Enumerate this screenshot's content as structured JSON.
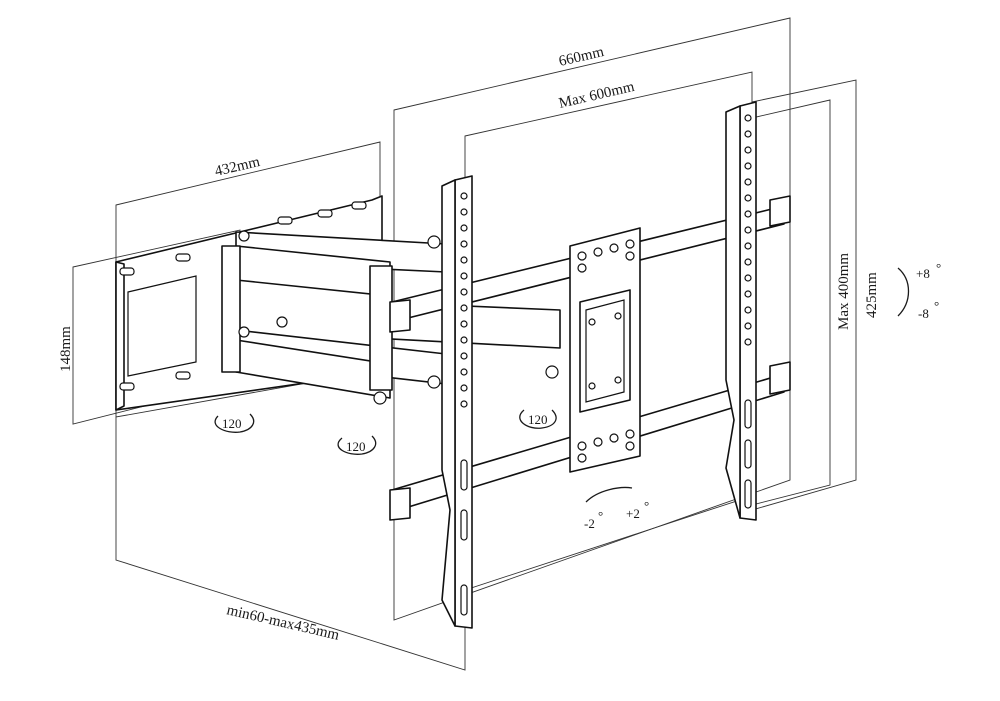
{
  "dimensions": {
    "overall_width": "660mm",
    "max_vesa_width": "Max 600mm",
    "arm_width": "432mm",
    "wall_plate_height": "148mm",
    "max_vesa_height": "Max 400mm",
    "overall_height": "425mm",
    "extension": "min60-max435mm"
  },
  "rotations": {
    "swivel_1": "120",
    "swivel_2": "120",
    "swivel_3": "120",
    "tilt_up": "+8",
    "tilt_down": "-8",
    "level_minus": "-2",
    "level_plus": "+2",
    "degree_symbol": "°"
  },
  "colors": {
    "line": "#1a1a1a",
    "background": "#ffffff"
  }
}
